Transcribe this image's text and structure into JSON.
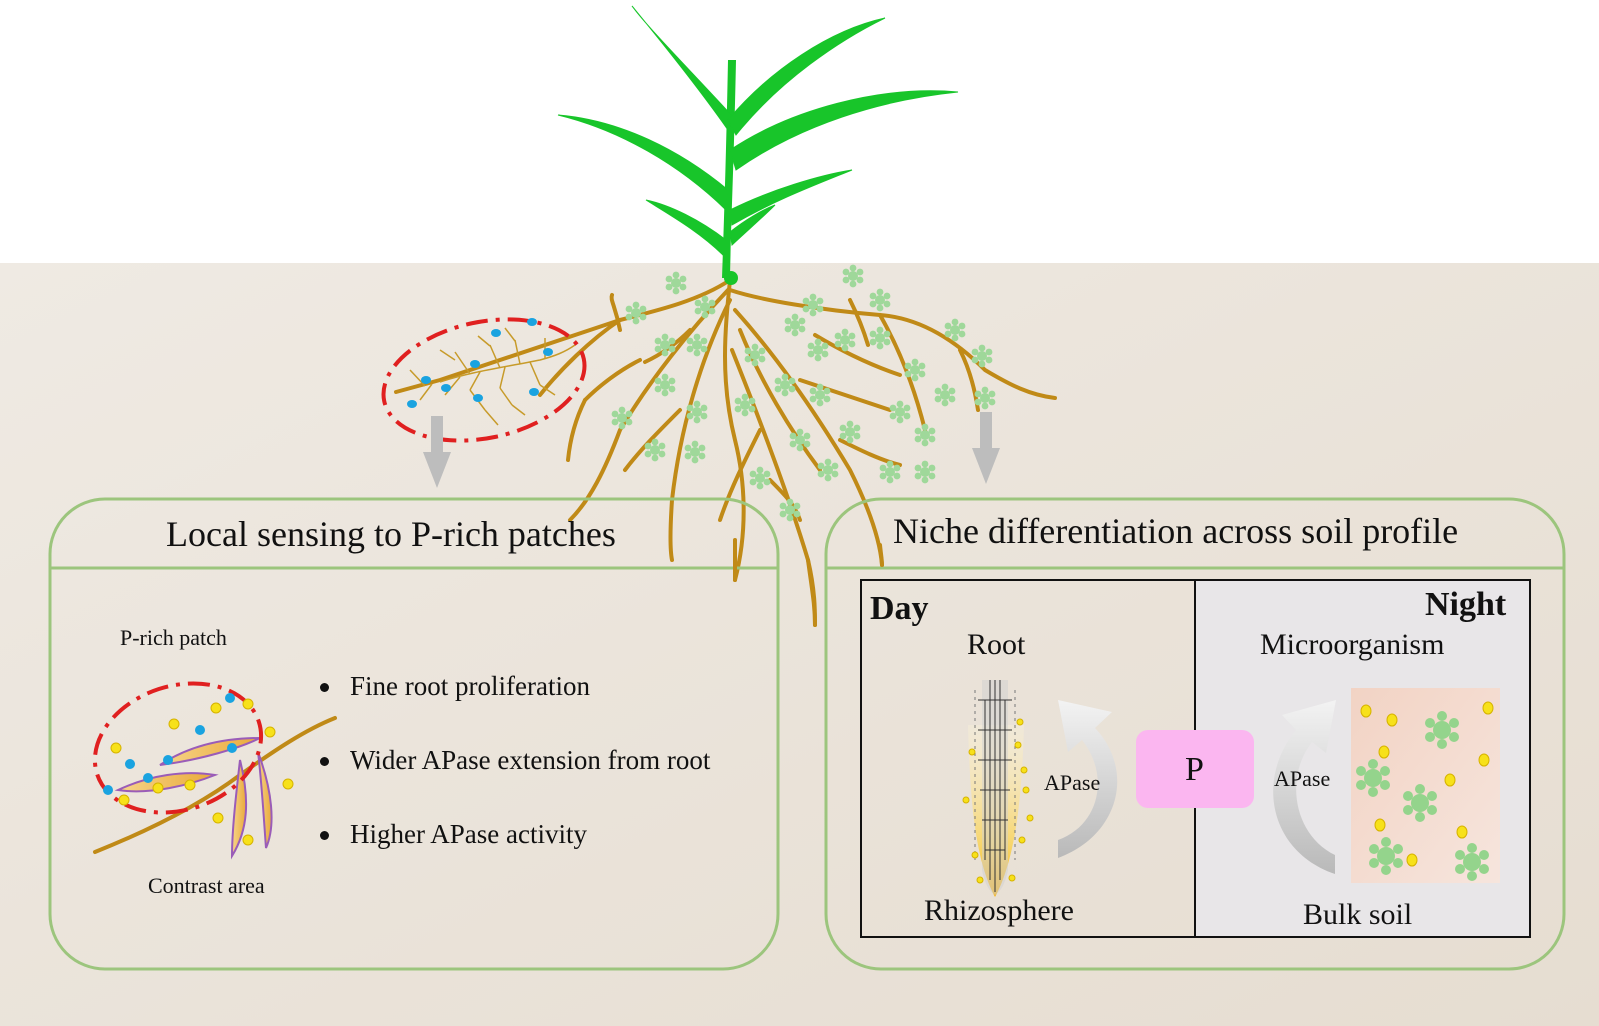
{
  "left_panel": {
    "title": "Local sensing to P-rich patches",
    "patch_label": "P-rich patch",
    "contrast_label": "Contrast area",
    "bullets": [
      "Fine root proliferation",
      "Wider APase extension from root",
      "Higher APase activity"
    ]
  },
  "right_panel": {
    "title": "Niche differentiation across soil profile",
    "day": {
      "heading": "Day",
      "top_label": "Root",
      "bottom_label": "Rhizosphere",
      "enzyme_label": "APase"
    },
    "center_label": "P",
    "night": {
      "heading": "Night",
      "top_label": "Microorganism",
      "bottom_label": "Bulk soil",
      "enzyme_label": "APase"
    }
  },
  "colors": {
    "soil": "#ece6dd",
    "plant_leaf": "#18c52a",
    "root": "#c08a17",
    "panel_border": "#9cc57d",
    "patch_outline": "#e02020",
    "phosphate_blue": "#1aa3e0",
    "phosphate_yellow": "#f7e11a",
    "microbe_green": "#9fd89a",
    "p_box": "#fbb6f0",
    "night_bg": "#e8e6e8",
    "arrow_gray": "#bdbdbd"
  }
}
